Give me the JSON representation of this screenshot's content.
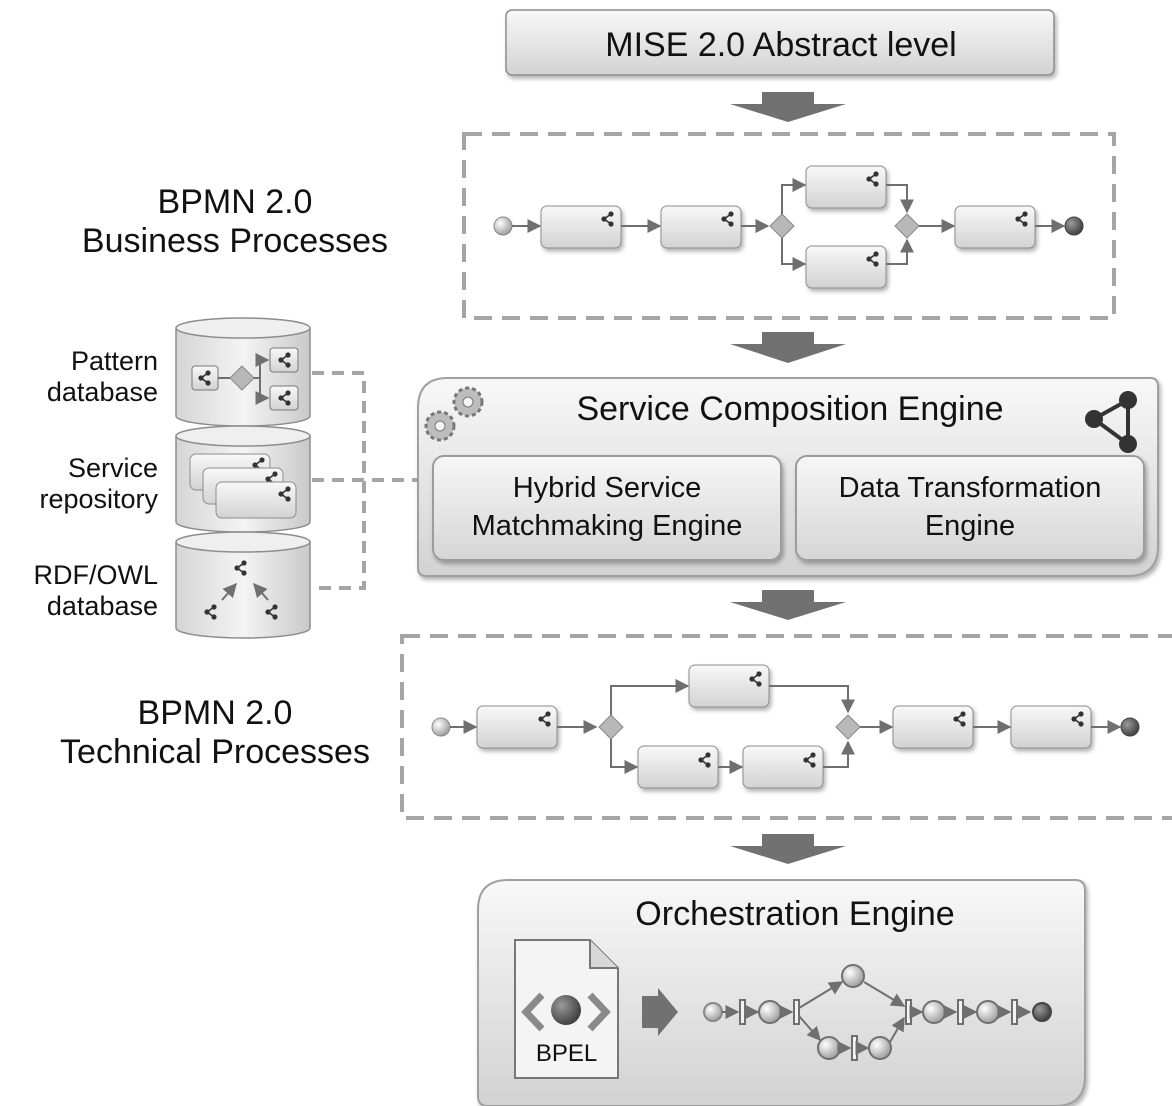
{
  "abstract_level": {
    "label": "MISE 2.0 Abstract level"
  },
  "business": {
    "line1": "BPMN 2.0",
    "line2": "Business Processes"
  },
  "technical": {
    "line1": "BPMN 2.0",
    "line2": "Technical Processes"
  },
  "databases": [
    {
      "line1": "Pattern",
      "line2": "database"
    },
    {
      "line1": "Service",
      "line2": "repository"
    },
    {
      "line1": "RDF/OWL",
      "line2": "database"
    }
  ],
  "composition": {
    "title": "Service Composition Engine",
    "hybrid_line1": "Hybrid Service",
    "hybrid_line2": "Matchmaking Engine",
    "data_line1": "Data Transformation",
    "data_line2": "Engine"
  },
  "orchestration": {
    "title": "Orchestration Engine",
    "doc_label": "BPEL"
  },
  "colors": {
    "panel": "#dcdcdc",
    "border": "#a9a9a9",
    "arrow": "#6f6f6f",
    "dash": "#a5a5a5",
    "node_dark": "#555555"
  },
  "icons": [
    "gears-icon",
    "share-icon",
    "document-icon",
    "code-icon"
  ]
}
